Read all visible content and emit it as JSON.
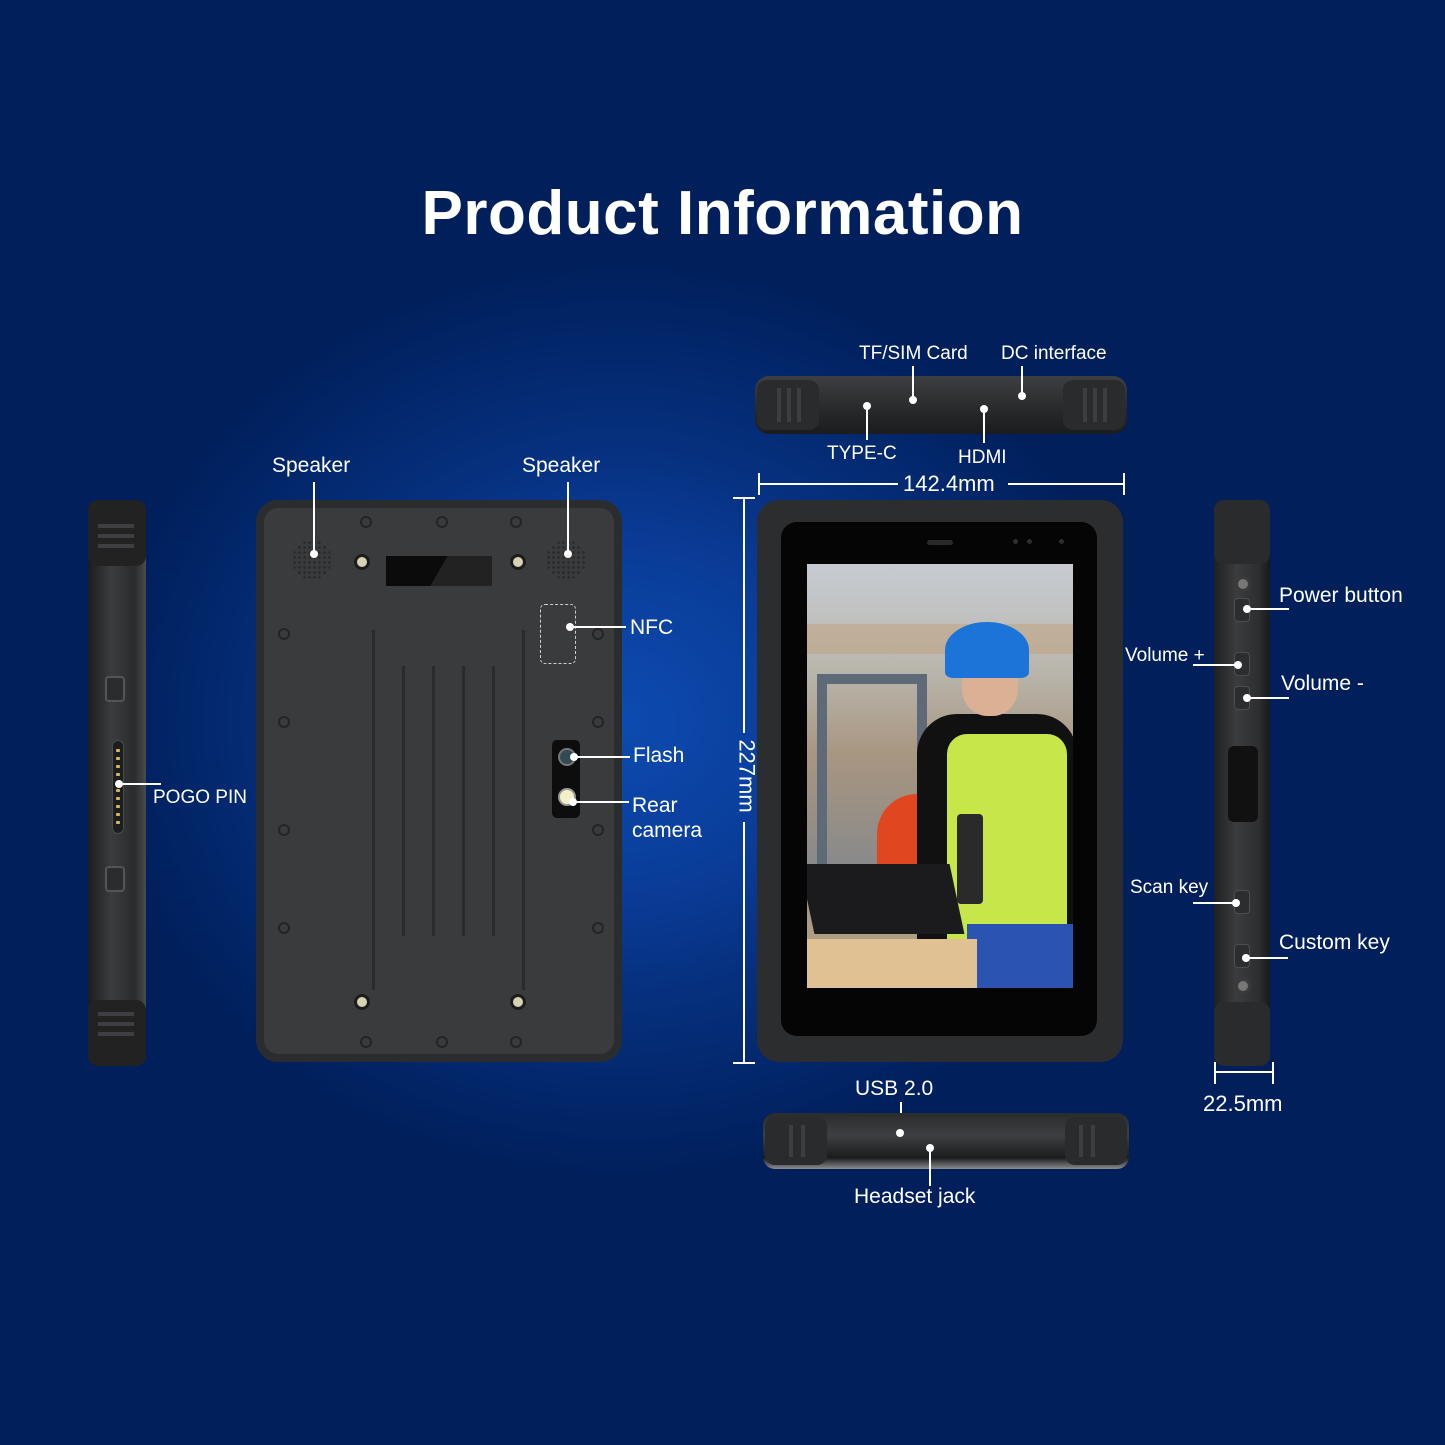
{
  "title": "Product Information",
  "colors": {
    "background_dark": "#001f5b",
    "background_glow": "#0d4bb0",
    "text": "#ffffff",
    "device_body": "#3a3b3d"
  },
  "left_side_view": {
    "labels": {
      "pogo_pin": "POGO PIN"
    }
  },
  "back_view": {
    "labels": {
      "speaker_left": "Speaker",
      "speaker_right": "Speaker",
      "nfc": "NFC",
      "flash": "Flash",
      "rear_camera_line1": "Rear",
      "rear_camera_line2": "camera"
    }
  },
  "top_edge_view": {
    "labels": {
      "tf_sim": "TF/SIM Card",
      "dc": "DC interface",
      "type_c": "TYPE-C",
      "hdmi": "HDMI"
    }
  },
  "front_view": {
    "dimensions": {
      "width": "142.4mm",
      "height": "227mm"
    },
    "screen_image": "warehouse-worker-with-hardhat-and-scanner"
  },
  "right_side_view": {
    "labels": {
      "power": "Power button",
      "volume_up": "Volume +",
      "volume_down": "Volume -",
      "scan": "Scan key",
      "custom": "Custom key"
    },
    "dimensions": {
      "thickness": "22.5mm"
    }
  },
  "bottom_edge_view": {
    "labels": {
      "usb": "USB 2.0",
      "headset": "Headset jack"
    }
  }
}
